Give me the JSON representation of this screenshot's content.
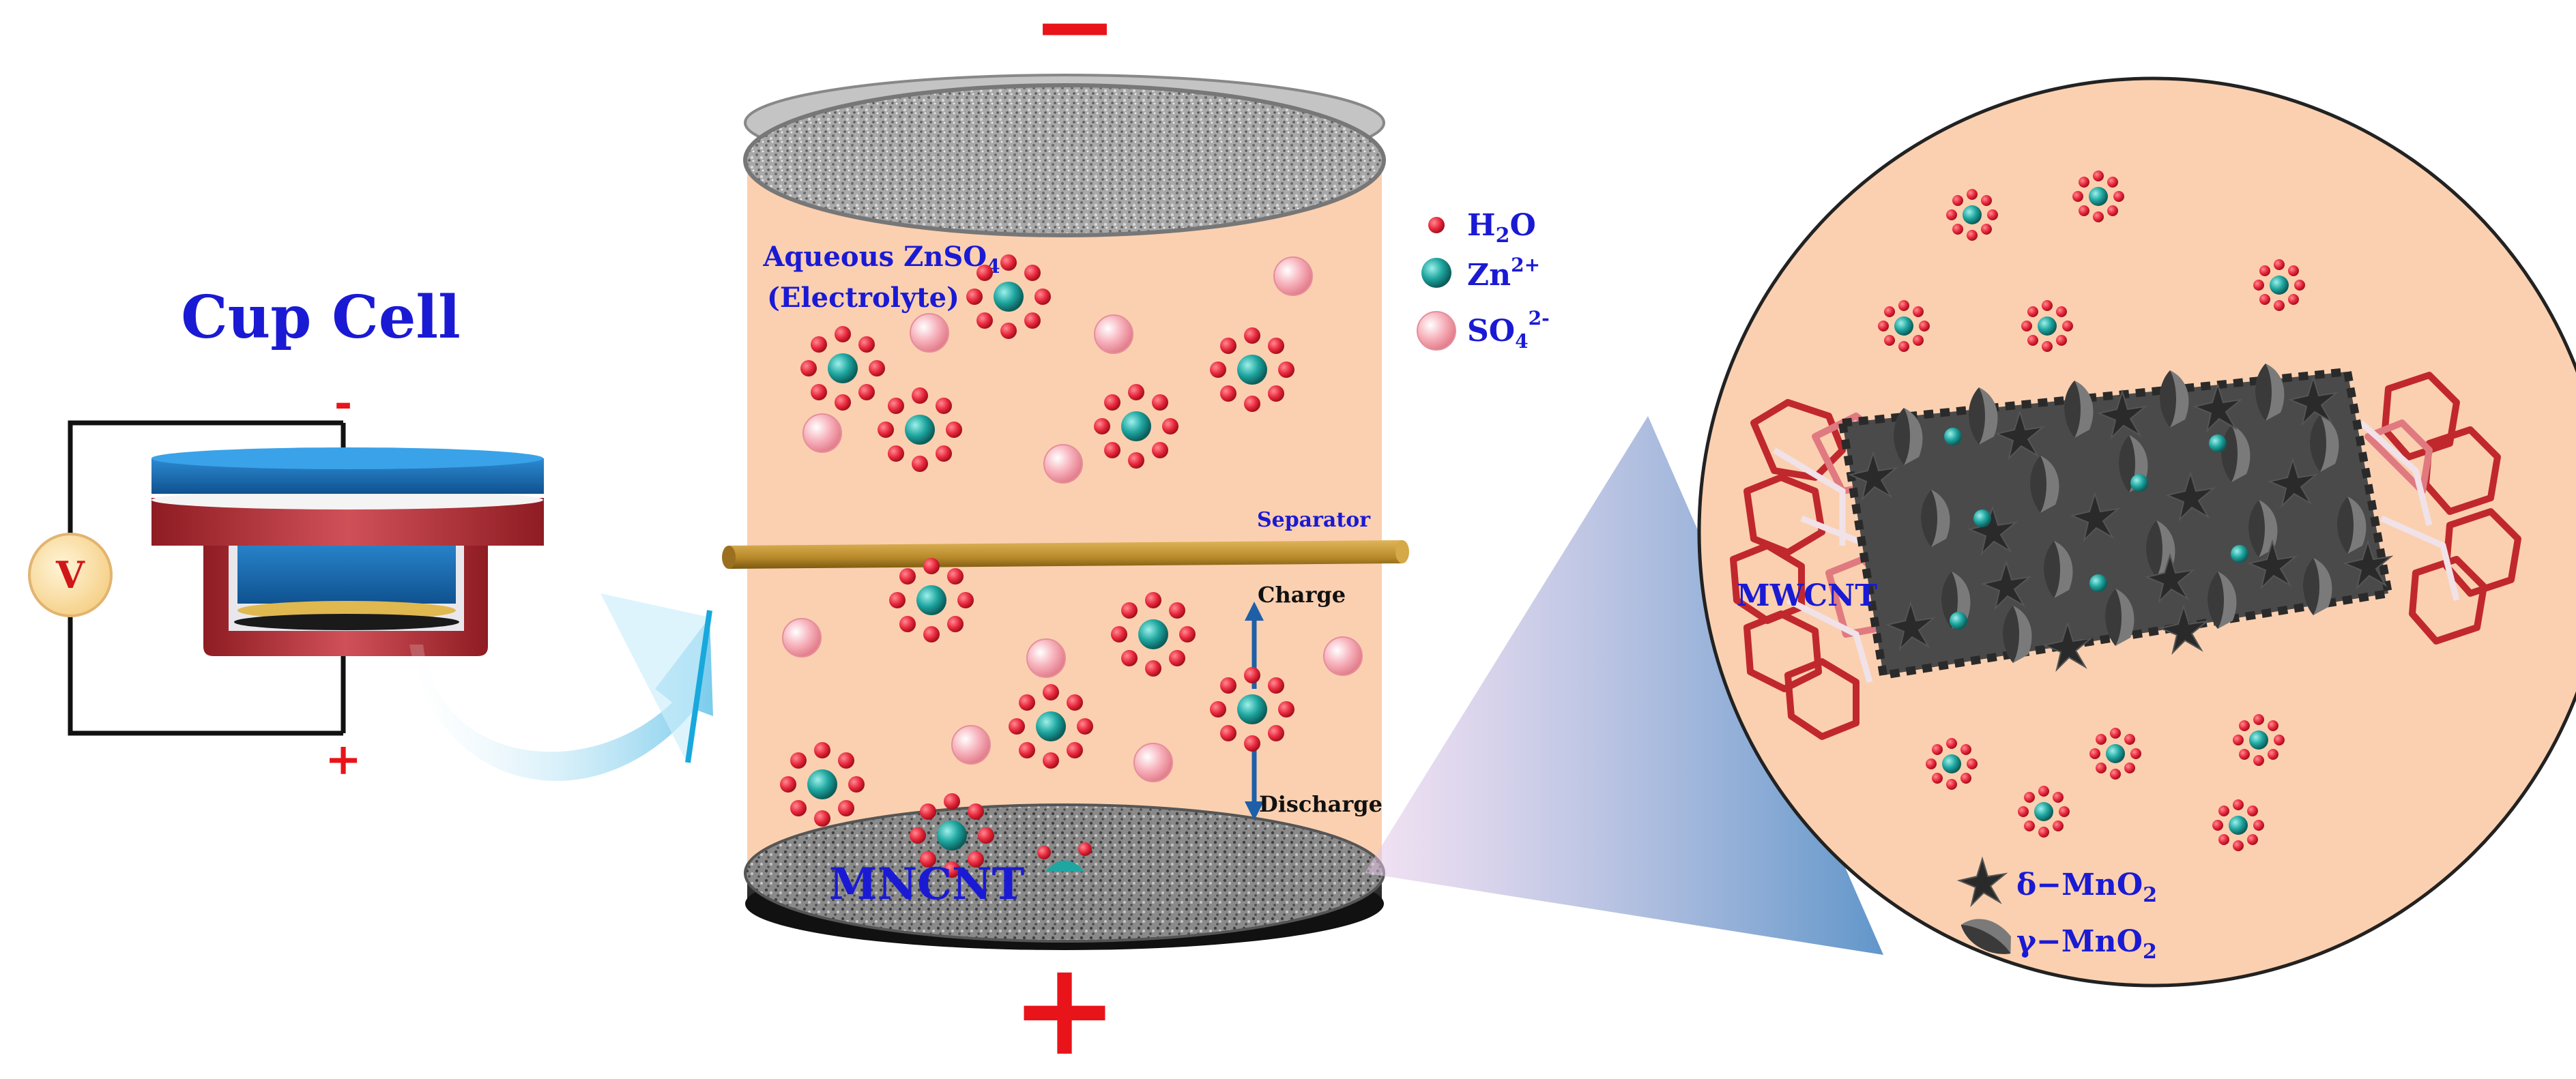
{
  "cup_cell": {
    "title": "Cup Cell",
    "voltmeter": "V",
    "terminal_negative": "-",
    "terminal_positive": "+"
  },
  "cylinder": {
    "sign_top": "−",
    "sign_bottom": "+",
    "electrolyte_line1": "Aqueous ZnSO",
    "electrolyte_sub": "4",
    "electrolyte_line2": "(Electrolyte)",
    "separator": "Separator",
    "charge": "Charge",
    "discharge": "Discharge",
    "cathode": "MNCNT"
  },
  "legend": {
    "h2o_main": "H",
    "h2o_sub": "2",
    "h2o_tail": "O",
    "zn_main": "Zn",
    "zn_sup": "2+",
    "so4_main": "SO",
    "so4_sub": "4",
    "so4_sup": "2-"
  },
  "zoom": {
    "mwcnt": "MWCNT",
    "delta_prefix": "δ−MnO",
    "delta_sub": "2",
    "gamma_prefix": "γ−MnO",
    "gamma_sub": "2"
  },
  "colors": {
    "text_blue": "#1a1ad4",
    "sign_red": "#e8141a",
    "electrolyte": "#fbd0b0",
    "water": "#e8283c",
    "zinc": "#1fa6a0",
    "sulfate": "#f7a9b4",
    "separator": "#b88a2a",
    "cnt_red": "#c0282e"
  }
}
